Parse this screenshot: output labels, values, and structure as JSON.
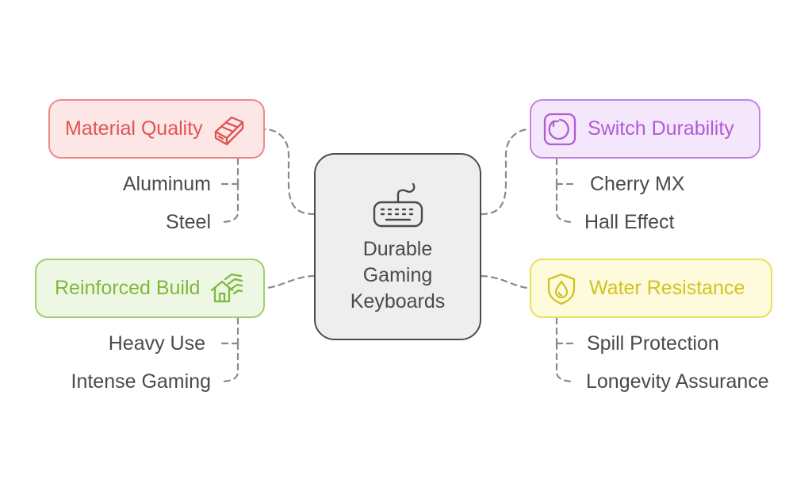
{
  "center": {
    "title_lines": [
      "Durable",
      "Gaming",
      "Keyboards"
    ],
    "icon": "keyboard-icon"
  },
  "branches": {
    "material_quality": {
      "label": "Material Quality",
      "icon": "material-block-icon",
      "color": "#e05454",
      "items": [
        "Aluminum",
        "Steel"
      ]
    },
    "reinforced_build": {
      "label": "Reinforced Build",
      "icon": "reinforced-house-icon",
      "color": "#7fb83e",
      "items": [
        "Heavy Use",
        "Intense Gaming"
      ]
    },
    "switch_durability": {
      "label": "Switch Durability",
      "icon": "rotate-switch-icon",
      "color": "#b25ad8",
      "items": [
        "Cherry MX",
        "Hall Effect"
      ]
    },
    "water_resistance": {
      "label": "Water Resistance",
      "icon": "water-shield-icon",
      "color": "#d4c21f",
      "items": [
        "Spill Protection",
        "Longevity Assurance"
      ]
    }
  }
}
